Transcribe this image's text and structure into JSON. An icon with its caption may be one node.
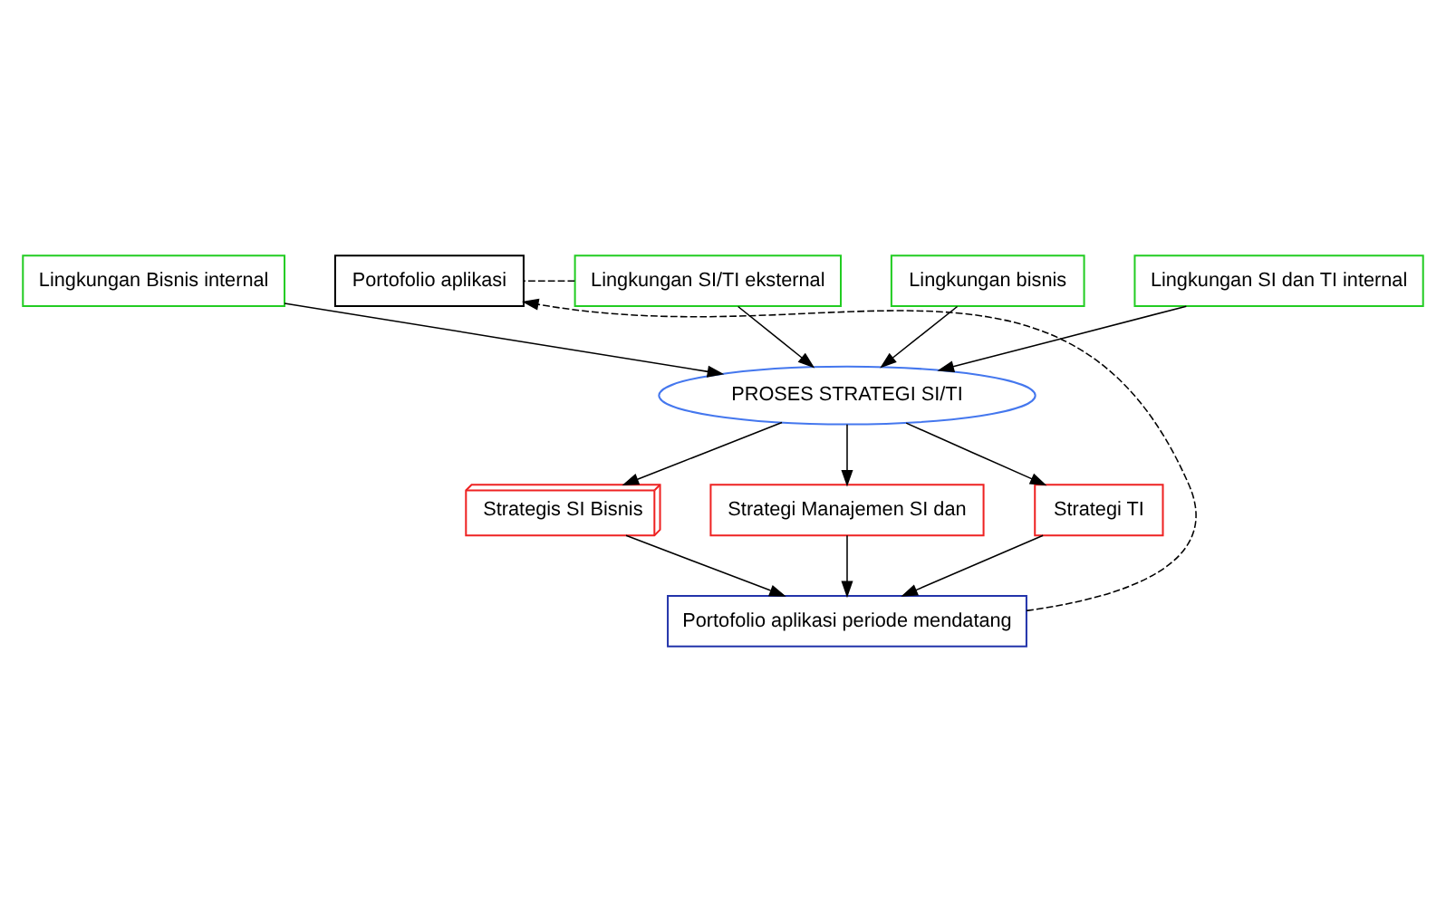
{
  "diagram": {
    "nodes": [
      {
        "text": [
          "Lingkungan Bisnis internal"
        ]
      },
      {
        "text": [
          "Lingkungan bisnis"
        ]
      },
      {
        "text": [
          "Lingkungan SI dan TI internal"
        ]
      },
      {
        "text": [
          "Lingkungan SI/TI eksternal"
        ]
      },
      {
        "text": [
          "Portofolio aplikasi"
        ]
      },
      {
        "text": [
          "PROSES STRATEGI SI/TI"
        ]
      },
      {
        "text": [
          "Strategis SI Bisnis"
        ]
      },
      {
        "text": [
          "Strategi Manajemen SI dan"
        ]
      },
      {
        "text": [
          "Strategi TI"
        ]
      },
      {
        "text": [
          "Portofolio aplikasi periode mendatang"
        ]
      }
    ],
    "edges": [
      {
        "from": 0,
        "to": 5,
        "arrow": "to"
      },
      {
        "from": 1,
        "to": 5,
        "arrow": "to"
      },
      {
        "from": 2,
        "to": 5,
        "arrow": "to"
      },
      {
        "from": 3,
        "to": 5,
        "arrow": "to"
      },
      {
        "from": 3,
        "to": 4,
        "arrow": "none",
        "style": "dashed"
      },
      {
        "from": 5,
        "to": 6,
        "arrow": "to"
      },
      {
        "from": 5,
        "to": 7,
        "arrow": "to"
      },
      {
        "from": 5,
        "to": 8,
        "arrow": "to"
      },
      {
        "from": 6,
        "to": 9,
        "arrow": "to"
      },
      {
        "from": 7,
        "to": 9,
        "arrow": "to"
      },
      {
        "from": 8,
        "to": 9,
        "arrow": "to"
      },
      {
        "from": 9,
        "to": 4,
        "arrow": "to",
        "style": "dashed"
      }
    ]
  }
}
